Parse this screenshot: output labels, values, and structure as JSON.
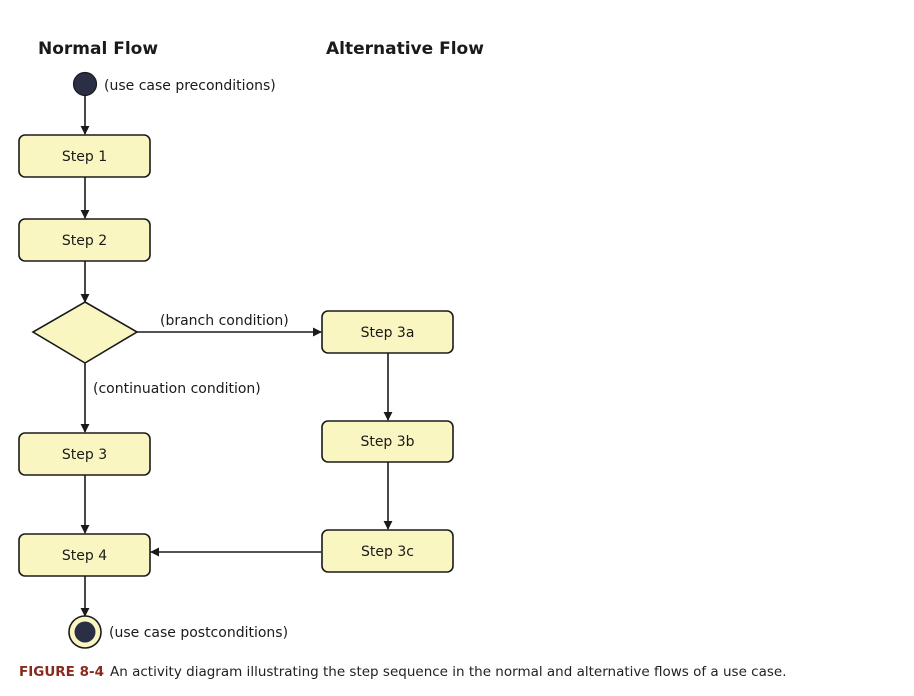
{
  "headings": {
    "normal": "Normal Flow",
    "alternative": "Alternative Flow"
  },
  "nodes": {
    "start_label": "(use case preconditions)",
    "end_label": "(use case postconditions)",
    "step1": "Step 1",
    "step2": "Step 2",
    "step3": "Step 3",
    "step4": "Step 4",
    "step3a": "Step 3a",
    "step3b": "Step 3b",
    "step3c": "Step 3c"
  },
  "edges": {
    "branch": "(branch condition)",
    "continuation": "(continuation condition)"
  },
  "caption": {
    "label": "FIGURE 8-4",
    "text": "An activity diagram illustrating the step sequence in the normal and alternative flows of a use case."
  },
  "colors": {
    "box_fill": "#f9f6c2",
    "node_dark": "#2b2f45",
    "figure_label": "#8a2a1f"
  }
}
